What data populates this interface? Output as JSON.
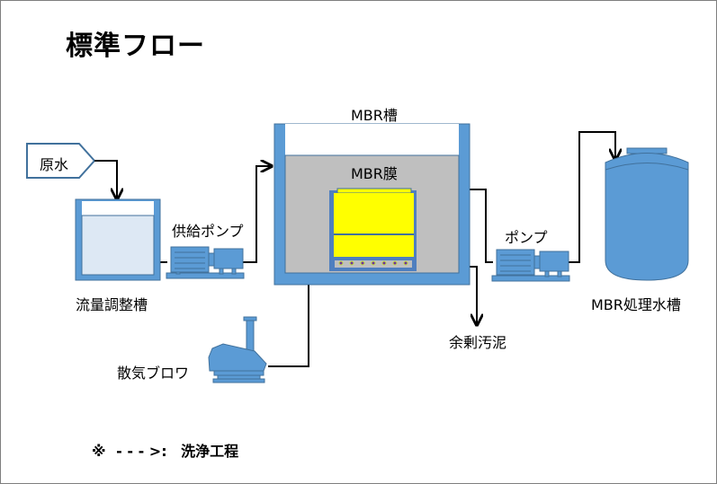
{
  "title": "標準フロー",
  "colors": {
    "equipment_blue": "#5b9bd5",
    "equipment_border": "#41719c",
    "tank_water": "#dde8f4",
    "mbr_liquid": "#bfbfbf",
    "membrane_yellow": "#ffff00",
    "line": "#000000"
  },
  "nodes": {
    "raw_water": "原水",
    "equalization_tank": "流量調整槽",
    "feed_pump": "供給ポンプ",
    "mbr_tank": "MBR槽",
    "mbr_membrane": "MBR膜",
    "pump": "ポンプ",
    "excess_sludge": "余剰汚泥",
    "treated_water_tank": "MBR処理水槽",
    "aeration_blower": "散気ブロワ"
  },
  "legend": {
    "symbol": "※",
    "arrow": "- - - >",
    "separator": ":",
    "label": "洗浄工程"
  }
}
